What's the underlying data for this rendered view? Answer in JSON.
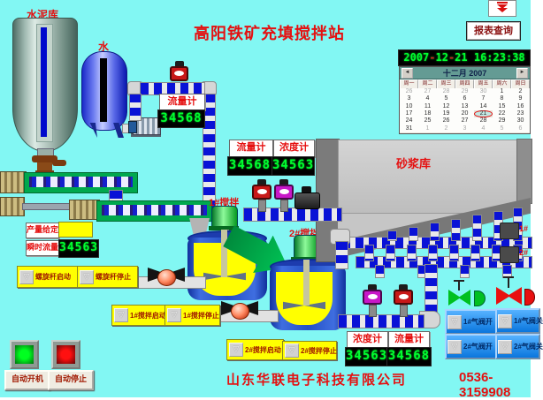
{
  "title": "高阳铁矿充填搅拌站",
  "topbar": {
    "report_button": "报表查询",
    "clock": {
      "y": "2007",
      "mo": "12",
      "d": "21",
      "t": "16:23:38",
      "sep": "-"
    }
  },
  "calendar": {
    "month": "十二月",
    "year": "2007",
    "prev": "◄",
    "next": "►",
    "weekdays": [
      "周一",
      "周二",
      "周三",
      "周四",
      "周五",
      "周六",
      "周日"
    ],
    "weeks": [
      [
        "26",
        "27",
        "28",
        "29",
        "30",
        "1",
        "2"
      ],
      [
        "3",
        "4",
        "5",
        "6",
        "7",
        "8",
        "9"
      ],
      [
        "10",
        "11",
        "12",
        "13",
        "14",
        "15",
        "16"
      ],
      [
        "17",
        "18",
        "19",
        "20",
        "21",
        "22",
        "23"
      ],
      [
        "24",
        "25",
        "26",
        "27",
        "28",
        "29",
        "30"
      ],
      [
        "31",
        "1",
        "2",
        "3",
        "4",
        "5",
        "6"
      ]
    ],
    "dim": {
      "0": [
        0,
        1,
        2,
        3,
        4
      ],
      "5": [
        1,
        2,
        3,
        4,
        5,
        6
      ]
    },
    "selected_row": 3,
    "selected_col": 4,
    "selected_day": "21"
  },
  "labels": {
    "cement_silo": "水泥库",
    "water_tank": "水",
    "slurry_store": "砂浆库",
    "mixer1": "1#搅拌",
    "mixer2": "2#搅拌",
    "right_valve1": "1#",
    "right_valve2": "2#"
  },
  "meters": {
    "flow_top": {
      "label": "流量计",
      "value": "34568"
    },
    "flow_mid": {
      "label": "流量计",
      "value": "34568"
    },
    "conc_mid": {
      "label": "浓度计",
      "value": "34563"
    },
    "conc_bottom": {
      "label": "浓度计",
      "value": "34563"
    },
    "flow_bottom": {
      "label": "流量计",
      "value": "34568"
    }
  },
  "panel": {
    "output_set_label": "产量给定",
    "output_set_value": "",
    "inst_flow_label": "瞬时流量",
    "inst_flow_value": "34563"
  },
  "buttons": {
    "screw_start": "螺旋杆启动",
    "screw_stop": "螺旋杆停止",
    "mixer1_start": "1#搅拌启动",
    "mixer1_stop": "1#搅拌停止",
    "mixer2_start": "2#搅拌启动",
    "mixer2_stop": "2#搅拌停止",
    "auto_start": "自动开机",
    "auto_stop": "自动停止",
    "valve1_open": "1#气阀开",
    "valve1_close": "1#气阀关",
    "valve2_open": "2#气阀开",
    "valve2_close": "2#气阀关",
    "btn_icon": "▽"
  },
  "footer": {
    "company": "山东华联电子科技有限公司",
    "phone": "0536-3159908"
  },
  "colors": {
    "bg": "#82F7F3",
    "accent_red": "#E51010",
    "display_green": "#00FF30",
    "pipe_blue": "#0912D6"
  }
}
